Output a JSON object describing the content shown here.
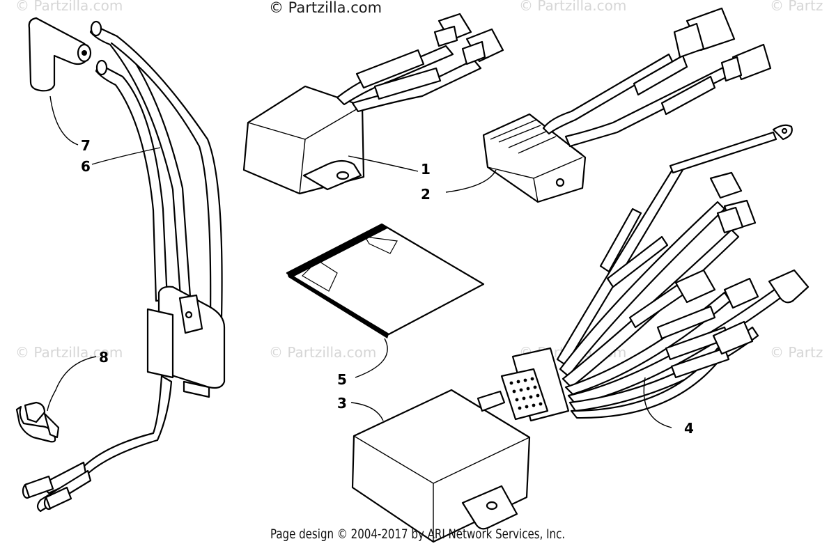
{
  "watermarks": {
    "main": "© Partzilla.com",
    "tiles": [
      "© Partzilla.com",
      "© Partzilla.com",
      "© Partzilla.com",
      "© Partzilla.com",
      "© Partzilla.com",
      "© Partzilla.com",
      "© Partz",
      "© Partz"
    ]
  },
  "callouts": [
    {
      "id": "1",
      "label": "1"
    },
    {
      "id": "2",
      "label": "2"
    },
    {
      "id": "3",
      "label": "3"
    },
    {
      "id": "4",
      "label": "4"
    },
    {
      "id": "5",
      "label": "5"
    },
    {
      "id": "6",
      "label": "6"
    },
    {
      "id": "7",
      "label": "7"
    },
    {
      "id": "8",
      "label": "8"
    }
  ],
  "footer": "Page design © 2004-2017 by ARI Network Services, Inc."
}
